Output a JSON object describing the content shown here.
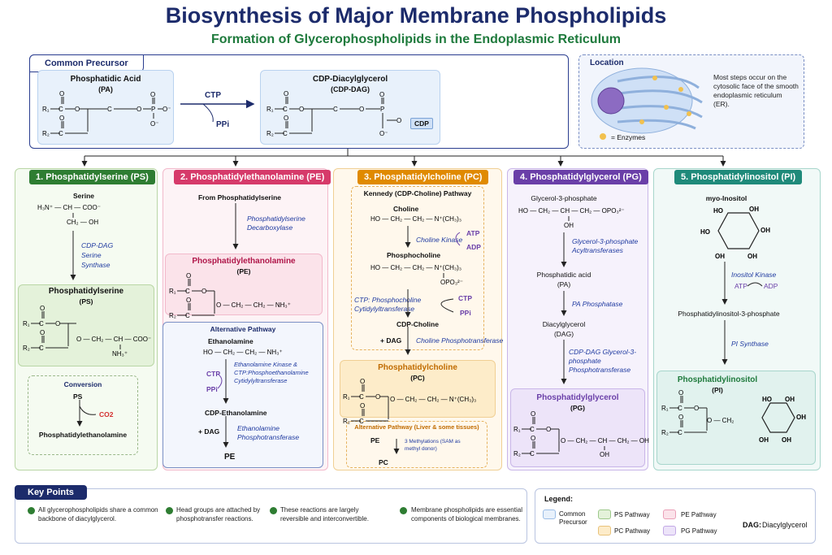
{
  "header": {
    "title": "Biosynthesis of Major Membrane Phospholipids",
    "subtitle": "Formation of Glycerophospholipids in the Endoplasmic Reticulum"
  },
  "precursor": {
    "tag": "Common Precursor",
    "pa_name": "Phosphatidic Acid",
    "pa_abbr": "(PA)",
    "ctp": "CTP",
    "ppi": "PPi",
    "cdp_name": "CDP-Diacylglycerol",
    "cdp_abbr": "(CDP-DAG)",
    "cdp_group": "CDP"
  },
  "location": {
    "tag": "Location",
    "text": "Most steps occur on the cytosolic face of the smooth endoplasmic reticulum (ER).",
    "enzymes": "= Enzymes"
  },
  "ps": {
    "tag": "1. Phosphatidylserine (PS)",
    "serine": "Serine",
    "enzyme": "CDP-DAG Serine Synthase",
    "product": "Phosphatidylserine",
    "abbr": "(PS)",
    "conv_title": "Conversion",
    "conv_ps": "PS",
    "conv_co2": "CO2",
    "conv_product": "Phosphatidylethanolamine"
  },
  "pe": {
    "tag": "2. Phosphatidylethanolamine (PE)",
    "from": "From Phosphatidylserine",
    "enzyme": "Phosphatidylserine Decarboxylase",
    "product": "Phosphatidylethanolamine",
    "abbr": "(PE)",
    "alt_title": "Alternative Pathway",
    "ethanolamine": "Ethanolamine",
    "alt_enzyme": "Ethanolamine Kinase & CTP:Phosphoethanolamine Cytidylyltransferase",
    "ctp": "CTP",
    "ppi": "PPi",
    "cdp_eth": "CDP-Ethanolamine",
    "dag": "+ DAG",
    "alt_enzyme2": "Ethanolamine Phosphotransferase",
    "final": "PE"
  },
  "pc": {
    "tag": "3. Phosphatidylcholine (PC)",
    "kennedy": "Kennedy (CDP-Choline) Pathway",
    "choline": "Choline",
    "kinase": "Choline Kinase",
    "atp": "ATP",
    "adp": "ADP",
    "phosphocholine": "Phosphocholine",
    "ctp_enzyme": "CTP: Phosphocholine Cytidylyltransferase",
    "ctp": "CTP",
    "ppi": "PPi",
    "cdp_choline": "CDP-Choline",
    "dag": "+ DAG",
    "phosphotransferase": "Choline Phosphotransferase",
    "product": "Phosphatidylcholine",
    "abbr": "(PC)",
    "alt_title": "Alternative Pathway (Liver & some tissues)",
    "alt_pe": "PE",
    "alt_note": "3 Methylations (SAM as methyl donor)",
    "alt_pc": "PC"
  },
  "pg": {
    "tag": "4. Phosphatidylglycerol (PG)",
    "g3p": "Glycerol-3-phosphate",
    "enzyme1": "Glycerol-3-phosphate Acyltransferases",
    "pa": "Phosphatidic acid",
    "pa_abbr": "(PA)",
    "enzyme2": "PA Phosphatase",
    "dag": "Diacylglycerol",
    "dag_abbr": "(DAG)",
    "enzyme3": "CDP-DAG Glycerol-3-phosphate Phosphotransferase",
    "product": "Phosphatidylglycerol",
    "abbr": "(PG)"
  },
  "pi": {
    "tag": "5. Phosphatidylinositol (PI)",
    "inositol": "myo-Inositol",
    "kinase": "Inositol Kinase",
    "atp": "ATP",
    "adp": "ADP",
    "pip": "Phosphatidylinositol-3-phosphate",
    "synthase": "PI Synthase",
    "product": "Phosphatidylinositol",
    "abbr": "(PI)"
  },
  "key_points": {
    "tag": "Key Points",
    "items": [
      "All glycerophospholipids share a common backbone of diacylglycerol.",
      "Head groups are attached by phosphotransfer reactions.",
      "These reactions are largely reversible and interconvertible.",
      "Membrane phospholipids are essential components of biological membranes."
    ]
  },
  "legend": {
    "title": "Legend:",
    "items": [
      "Common Precursor",
      "PS Pathway",
      "PE Pathway",
      "PC Pathway",
      "PG Pathway"
    ],
    "dag_key": "DAG:",
    "dag_val": "Diacylglycerol"
  },
  "colors": {
    "navy": "#1c2b6b",
    "green": "#2e7d32",
    "pink": "#d63a6a",
    "orange": "#e08a00",
    "purple": "#6a3fa8",
    "teal": "#1f8a7a"
  }
}
